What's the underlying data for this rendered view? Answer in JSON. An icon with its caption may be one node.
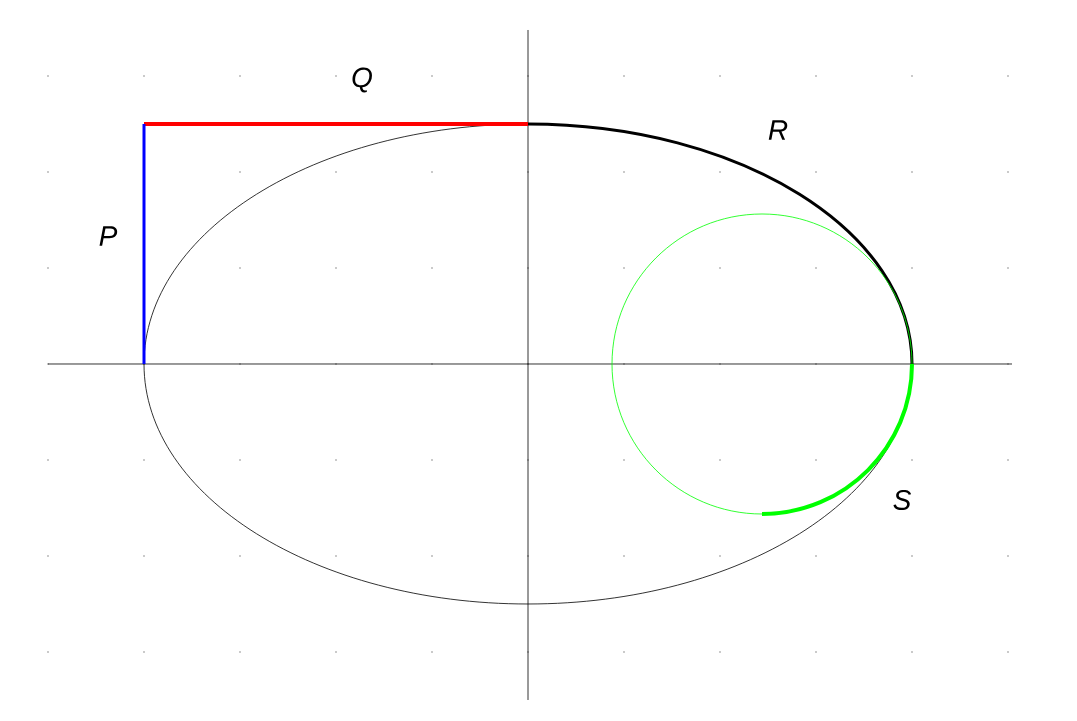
{
  "diagram": {
    "labels": [
      "Q",
      "R",
      "P",
      "S"
    ]
  }
}
